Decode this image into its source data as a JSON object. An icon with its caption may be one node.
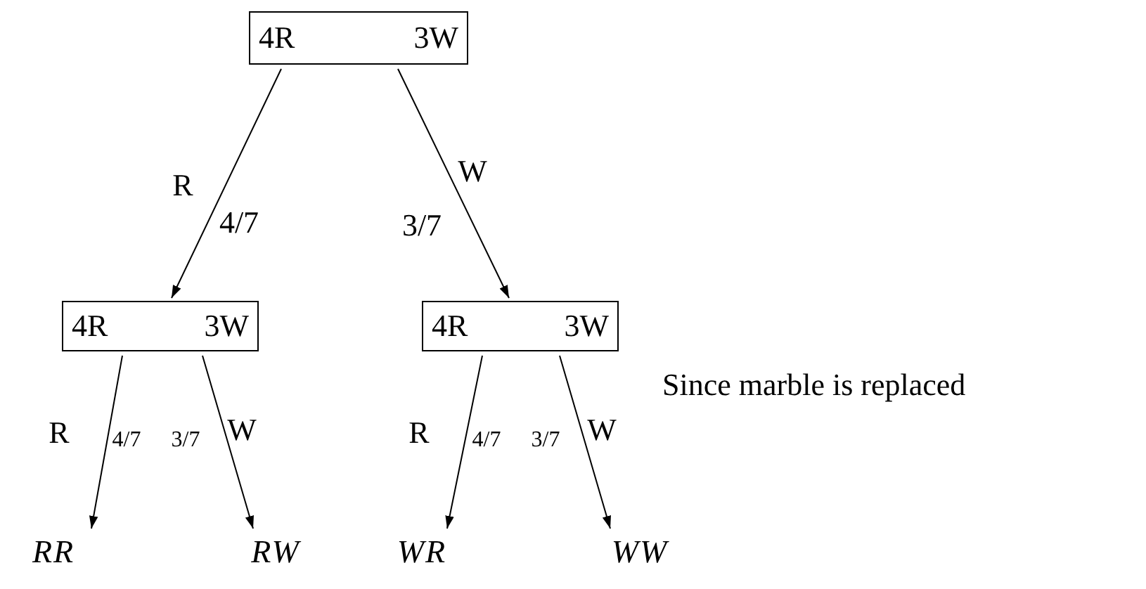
{
  "diagram": {
    "nodes": [
      {
        "text": [
          "4R",
          "3W"
        ]
      },
      {
        "text": [
          "4R",
          "3W"
        ]
      },
      {
        "text": [
          "4R",
          "3W"
        ]
      },
      {
        "text": [
          "RR"
        ]
      },
      {
        "text": [
          "RW"
        ]
      },
      {
        "text": [
          "WR"
        ]
      },
      {
        "text": [
          "WW"
        ]
      }
    ],
    "edges": [
      {
        "from": 0,
        "to": 1,
        "arrow": "to",
        "label": "R"
      },
      {
        "from": 0,
        "to": 2,
        "arrow": "to",
        "label": "W"
      },
      {
        "from": 1,
        "to": 3,
        "arrow": "to",
        "label": "R"
      },
      {
        "from": 1,
        "to": 4,
        "arrow": "to",
        "label": "W"
      },
      {
        "from": 2,
        "to": 5,
        "arrow": "to",
        "label": "R"
      },
      {
        "from": 2,
        "to": 6,
        "arrow": "to",
        "label": "W"
      }
    ],
    "labels": [
      "4/7",
      "3/7",
      "4/7",
      "3/7",
      "4/7",
      "3/7",
      "Since marble is replaced"
    ]
  }
}
